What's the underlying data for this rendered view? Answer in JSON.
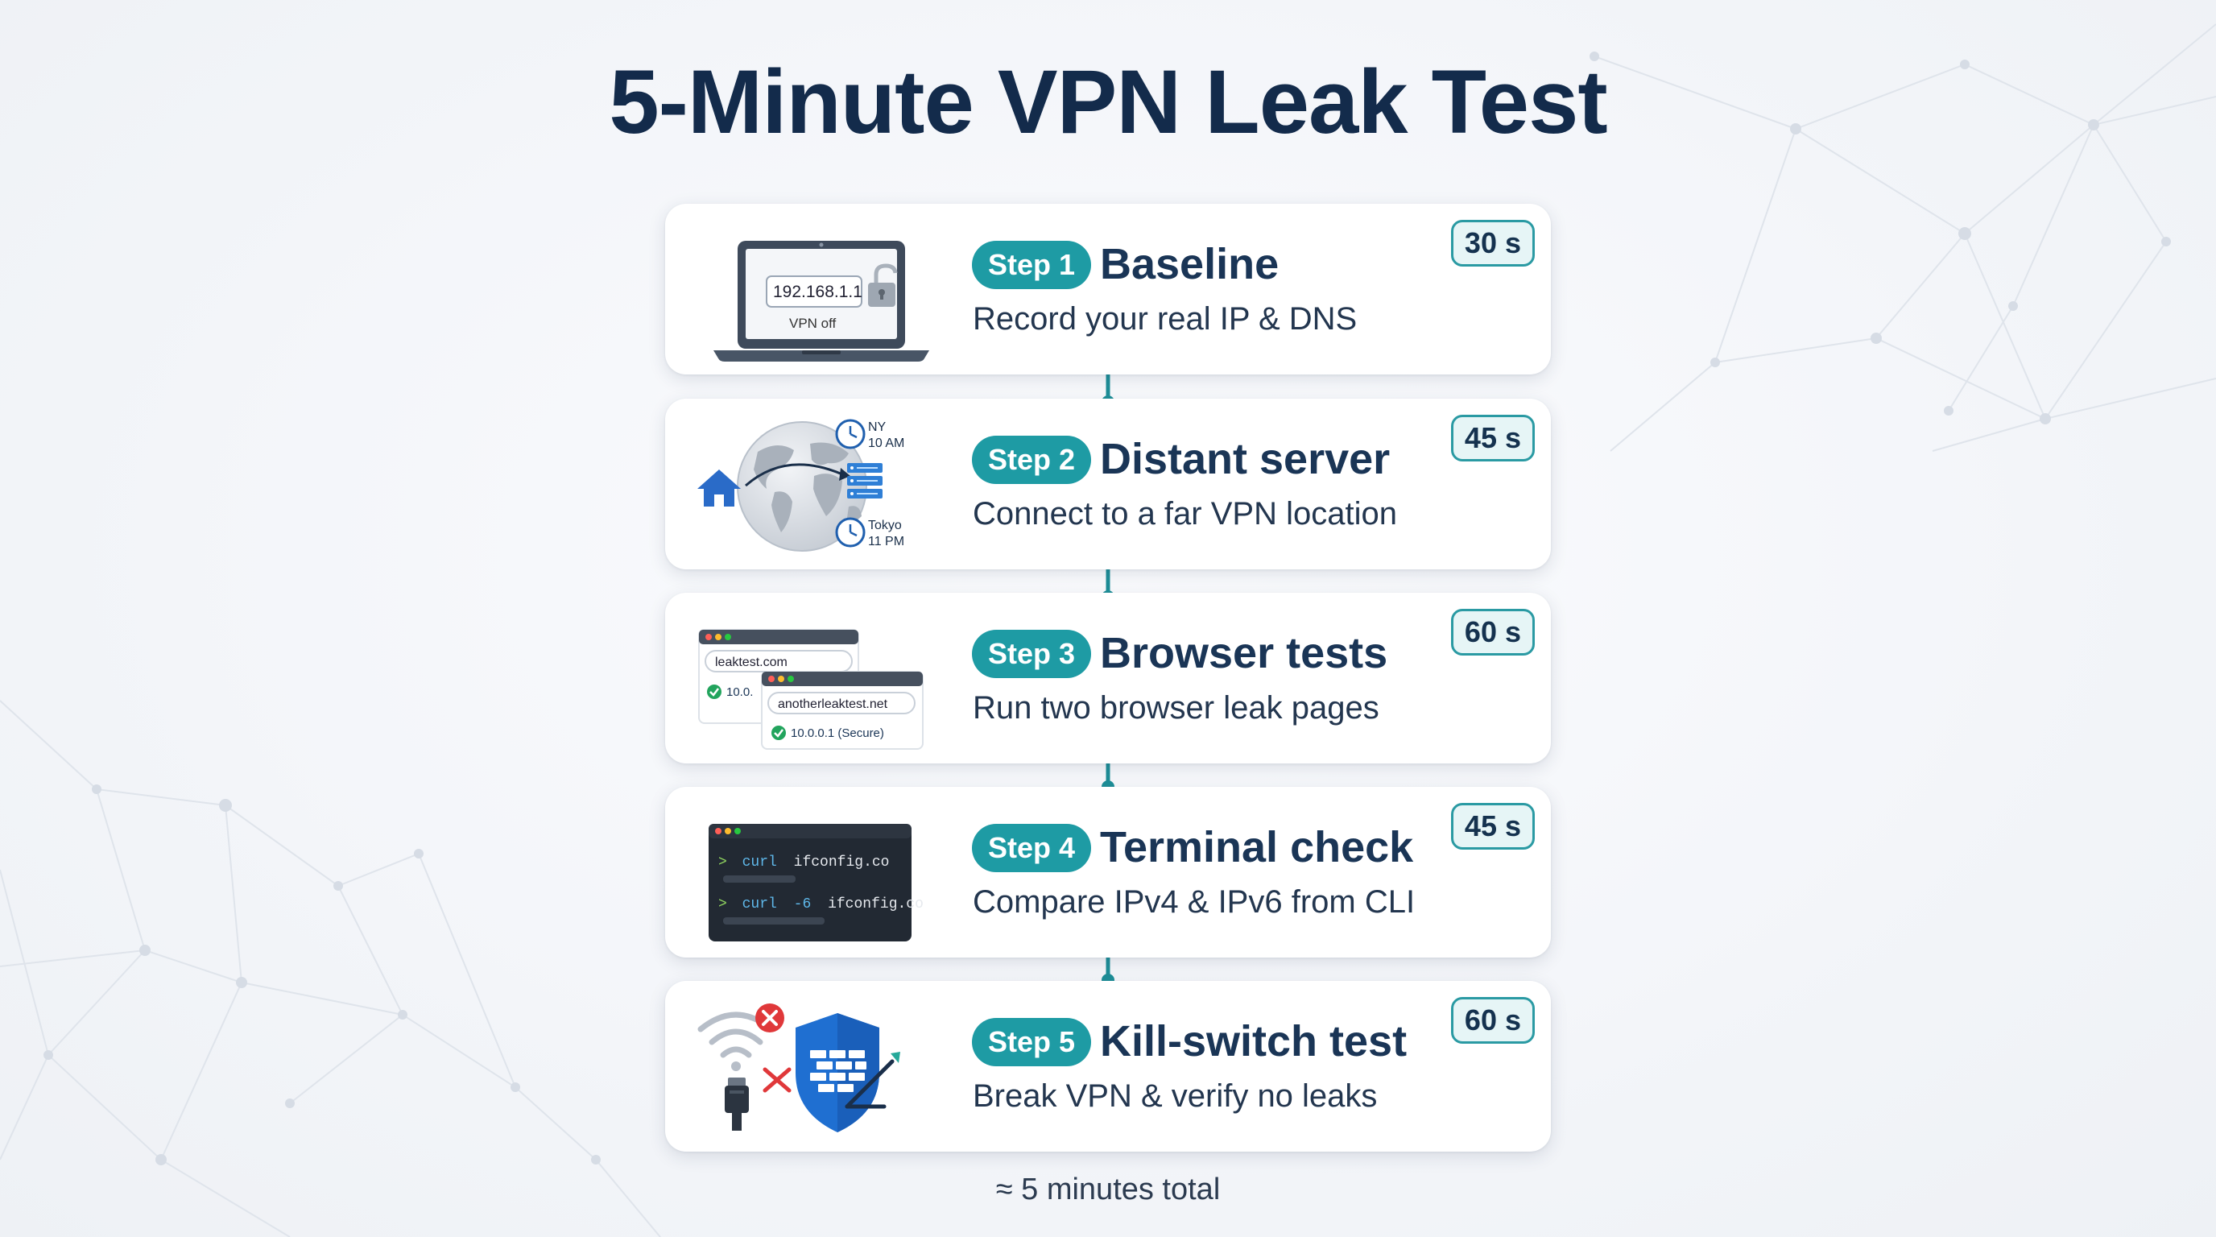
{
  "title": "5-Minute VPN Leak Test",
  "steps": [
    {
      "step_label": "Step 1",
      "title": "Baseline",
      "description": "Record your real IP & DNS",
      "time": "30 s",
      "illustration": {
        "icon": "laptop-icon",
        "ip": "192.168.1.1",
        "status": "VPN off",
        "lock_icon": "unlocked-padlock-icon"
      }
    },
    {
      "step_label": "Step 2",
      "title": "Distant server",
      "description": "Connect to a far VPN location",
      "time": "45 s",
      "illustration": {
        "icon": "globe-icon",
        "home_icon": "home-icon",
        "server_icon": "server-icon",
        "clock1_city": "NY",
        "clock1_time": "10 AM",
        "clock2_city": "Tokyo",
        "clock2_time": "11 PM"
      }
    },
    {
      "step_label": "Step 3",
      "title": "Browser tests",
      "description": "Run two browser leak pages",
      "time": "60 s",
      "illustration": {
        "icon": "browser-windows-icon",
        "site1": "leaktest.com",
        "site1_result": "10.0.",
        "site2": "anotherleaktest.net",
        "site2_result": "10.0.0.1 (Secure)"
      }
    },
    {
      "step_label": "Step 4",
      "title": "Terminal check",
      "description": "Compare IPv4 & IPv6 from CLI",
      "time": "45 s",
      "illustration": {
        "icon": "terminal-icon",
        "cmd1_prompt": ">",
        "cmd1_keyword": "curl",
        "cmd1_arg": "ifconfig.co",
        "cmd2_prompt": ">",
        "cmd2_keyword": "curl",
        "cmd2_flag": "-6",
        "cmd2_arg": "ifconfig.co"
      }
    },
    {
      "step_label": "Step 5",
      "title": "Kill-switch test",
      "description": "Break VPN & verify no leaks",
      "time": "60 s",
      "illustration": {
        "icon": "firewall-shield-icon",
        "wifi_icon": "wifi-icon",
        "cable_icon": "ethernet-cable-icon",
        "error_icon": "x-icon"
      }
    }
  ],
  "footer": "≈ 5 minutes total",
  "colors": {
    "title": "#132b4b",
    "accent_teal": "#1e9ba4",
    "badge_bg": "#e6f5f6",
    "card_bg": "#ffffff",
    "shield_blue": "#1f6fd1",
    "error_red": "#e0383a",
    "success_green": "#22a45d",
    "terminal_bg": "#222933"
  }
}
